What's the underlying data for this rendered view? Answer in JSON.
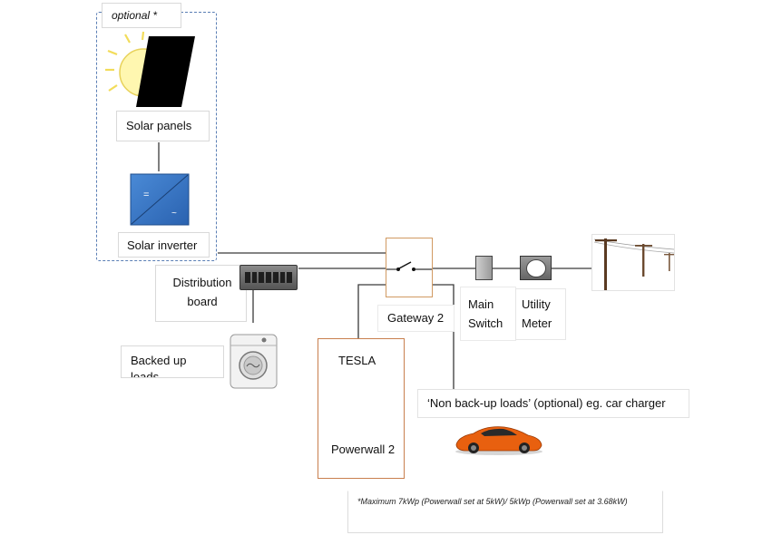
{
  "optional_label": "optional *",
  "solar_panels_label": "Solar panels",
  "solar_inverter_label": "Solar inverter",
  "inverter_dc_symbol": "=",
  "inverter_ac_symbol": "~",
  "distribution_board_label": "Distribution board",
  "backed_up_loads_label": "Backed up loads",
  "gateway_label": "Gateway 2",
  "main_switch_label": "Main Switch",
  "utility_meter_label": "Utility Meter",
  "powerwall_brand": "TESLA",
  "powerwall_model": "Powerwall 2",
  "non_backup_label": "‘Non back-up loads’ (optional) eg. car charger",
  "footnote": "*Maximum 7kWp (Powerwall set at 5kW)/ 5kWp (Powerwall set at 3.68kW)",
  "colors": {
    "dashed_border": "#5b7fb5",
    "inverter_blue": "#2f6fc0",
    "powerwall_border": "#c87f4e",
    "gateway_border": "#d19a62",
    "sun_yellow": "#fff7b0",
    "car_orange": "#e8600f"
  }
}
